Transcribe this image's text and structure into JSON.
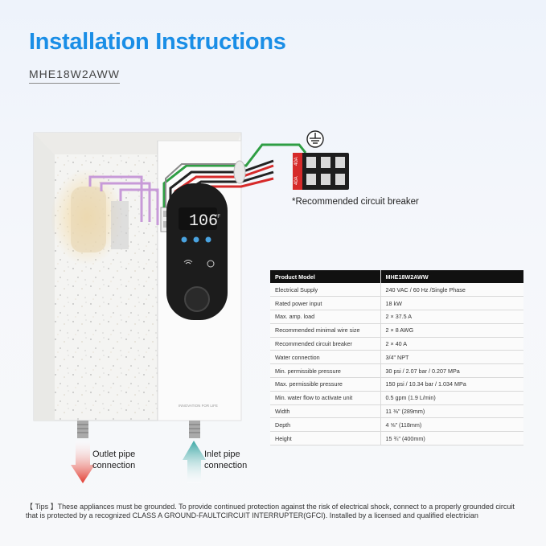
{
  "header": {
    "title": "Installation Instructions",
    "model": "MHE18W2AWW"
  },
  "device": {
    "display_value": "106",
    "display_unit": "°F",
    "brand_text": "INNOVATION FOR LIFE"
  },
  "breaker": {
    "caption": "*Recommended circuit breaker",
    "label_a": "40A",
    "label_b": "40A"
  },
  "pipes": {
    "outlet_line1": "Outlet pipe",
    "outlet_line2": "connection",
    "inlet_line1": "Inlet pipe",
    "inlet_line2": "connection"
  },
  "specs": {
    "header": [
      "Product Model",
      "MHE18W2AWW"
    ],
    "rows": [
      [
        "Electrical Supply",
        "240 VAC / 60 Hz /Single Phase"
      ],
      [
        "Rated power input",
        "18 kW"
      ],
      [
        "Max. amp. load",
        "2 × 37.5 A"
      ],
      [
        "Recommended minimal wire size",
        "2 × 8 AWG"
      ],
      [
        "Recommended circuit breaker",
        "2 × 40 A"
      ],
      [
        "Water connection",
        "3/4\" NPT"
      ],
      [
        "Min. permissible pressure",
        "30 psi / 2.07 bar / 0.207 MPa"
      ],
      [
        "Max. permissible pressure",
        "150 psi / 10.34 bar / 1.034 MPa"
      ],
      [
        "Min. water flow to activate unit",
        "0.5 gpm   (1.9 L/min)"
      ],
      [
        "Width",
        "11 ⅜\" (289mm)"
      ],
      [
        "Depth",
        "4 ⅝\" (118mm)"
      ],
      [
        "Height",
        "15 ¾\" (400mm)"
      ]
    ]
  },
  "tips": "【 Tips 】These appliances must be grounded. To provide continued protection against the risk of electrical shock, connect to a properly grounded circuit that is protected by a recognized CLASS A GROUND-FAULTCIRCUIT INTERRUPTER(GFCI). Installed by a licensed and qualified electrician",
  "colors": {
    "title_blue": "#1a8ee6",
    "wire_green": "#2f9e44",
    "wire_red": "#d62a2a",
    "wire_black": "#222222",
    "wire_gray": "#8a8a8a",
    "pipe_purple": "#c79ad8",
    "outlet_arrow": "#e23a2e",
    "inlet_arrow": "#3aa7a4"
  }
}
